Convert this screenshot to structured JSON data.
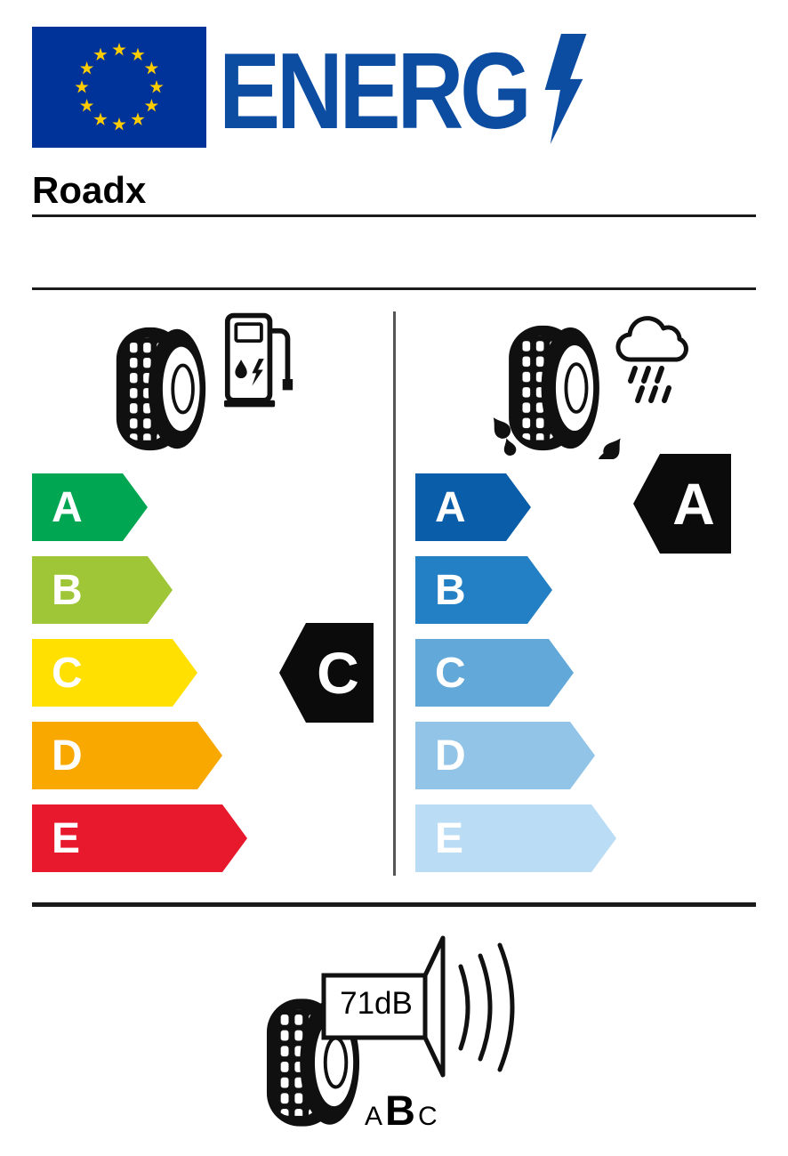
{
  "header": {
    "logo_text": "ENERG",
    "brand": "Roadx"
  },
  "colors": {
    "eu_blue": "#003399",
    "star_yellow": "#ffcc00",
    "energ_blue": "#0c4da2",
    "indicator_black": "#0b0b0b",
    "fuel": [
      "#00a651",
      "#9ec636",
      "#ffe000",
      "#f9a800",
      "#e8192c"
    ],
    "wet": [
      "#0a5da8",
      "#2380c4",
      "#62a8d8",
      "#92c4e8",
      "#badcf4"
    ]
  },
  "fuel_scale": {
    "grades": [
      "A",
      "B",
      "C",
      "D",
      "E"
    ],
    "rating": "C"
  },
  "wet_scale": {
    "grades": [
      "A",
      "B",
      "C",
      "D",
      "E"
    ],
    "rating": "A"
  },
  "noise": {
    "value": "71dB",
    "classes": [
      "A",
      "B",
      "C"
    ],
    "selected_class": "B"
  },
  "icons": {
    "eu_flag": "eu-flag-icon",
    "lightning": "lightning-bolt-icon",
    "tire": "tire-icon",
    "fuel_pump": "fuel-pump-icon",
    "rain_cloud": "rain-cloud-icon",
    "speaker": "speaker-icon",
    "sound_waves": "sound-waves-icon"
  }
}
